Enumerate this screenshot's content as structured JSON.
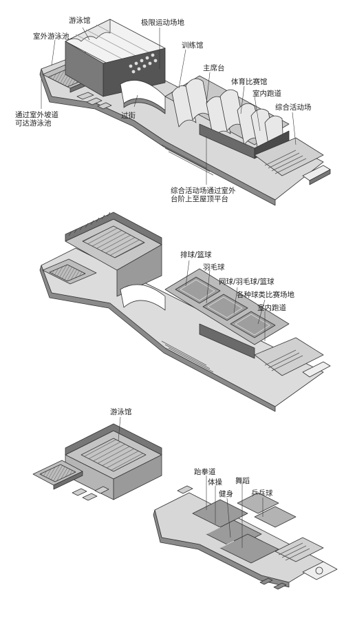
{
  "diagram_1": {
    "labels": {
      "swimming_hall": "游泳馆",
      "extreme_sports": "极限运动场地",
      "outdoor_pool": "室外游泳池",
      "training_hall": "训练馆",
      "main_stand": "主席台",
      "arena": "体育比赛馆",
      "indoor_track": "室内跑道",
      "activity_field": "综合活动场",
      "ramp_note": "通过室外坡道\n可达游泳池",
      "bridge": "过街",
      "roof_note": "综合活动场通过室外\n台阶上至屋顶平台"
    }
  },
  "diagram_2": {
    "labels": {
      "volleyball_basketball": "排球/篮球",
      "badminton": "羽毛球",
      "tennis_badminton_basketball": "网球/羽毛球/篮球",
      "ball_games": "各种球类比赛场地",
      "indoor_track": "室内跑道"
    }
  },
  "diagram_3": {
    "labels": {
      "swimming_hall": "游泳馆"
    }
  },
  "diagram_4": {
    "labels": {
      "taekwondo": "跆拳道",
      "gymnastics": "体操",
      "dance": "舞蹈",
      "fitness": "健身",
      "table_tennis": "乒乓球"
    }
  }
}
